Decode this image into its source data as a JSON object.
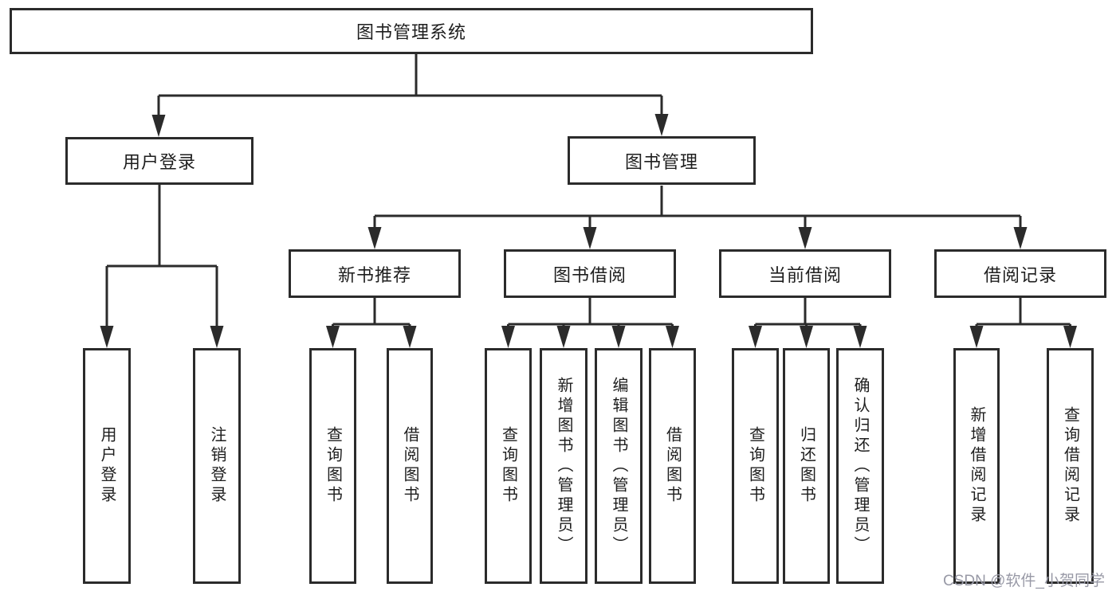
{
  "diagram": {
    "root": {
      "label": "图书管理系统",
      "children": [
        {
          "label": "用户登录",
          "children": [
            {
              "label": "用户登录"
            },
            {
              "label": "注销登录"
            }
          ]
        },
        {
          "label": "图书管理",
          "children": [
            {
              "label": "新书推荐",
              "children": [
                {
                  "label": "查询图书"
                },
                {
                  "label": "借阅图书"
                }
              ]
            },
            {
              "label": "图书借阅",
              "children": [
                {
                  "label": "查询图书"
                },
                {
                  "label": "新增图书（管理员）"
                },
                {
                  "label": "编辑图书（管理员）"
                },
                {
                  "label": "借阅图书"
                }
              ]
            },
            {
              "label": "当前借阅",
              "children": [
                {
                  "label": "查询图书"
                },
                {
                  "label": "归还图书"
                },
                {
                  "label": "确认归还（管理员）"
                }
              ]
            },
            {
              "label": "借阅记录",
              "children": [
                {
                  "label": "新增借阅记录"
                },
                {
                  "label": "查询借阅记录"
                }
              ]
            }
          ]
        }
      ]
    }
  },
  "watermark": {
    "text": "CSDN @软件_小贺同学"
  },
  "colors": {
    "line": "#2b2b2b",
    "text": "#1e1e1e",
    "watermark": "#9899a6",
    "background": "#ffffff"
  }
}
